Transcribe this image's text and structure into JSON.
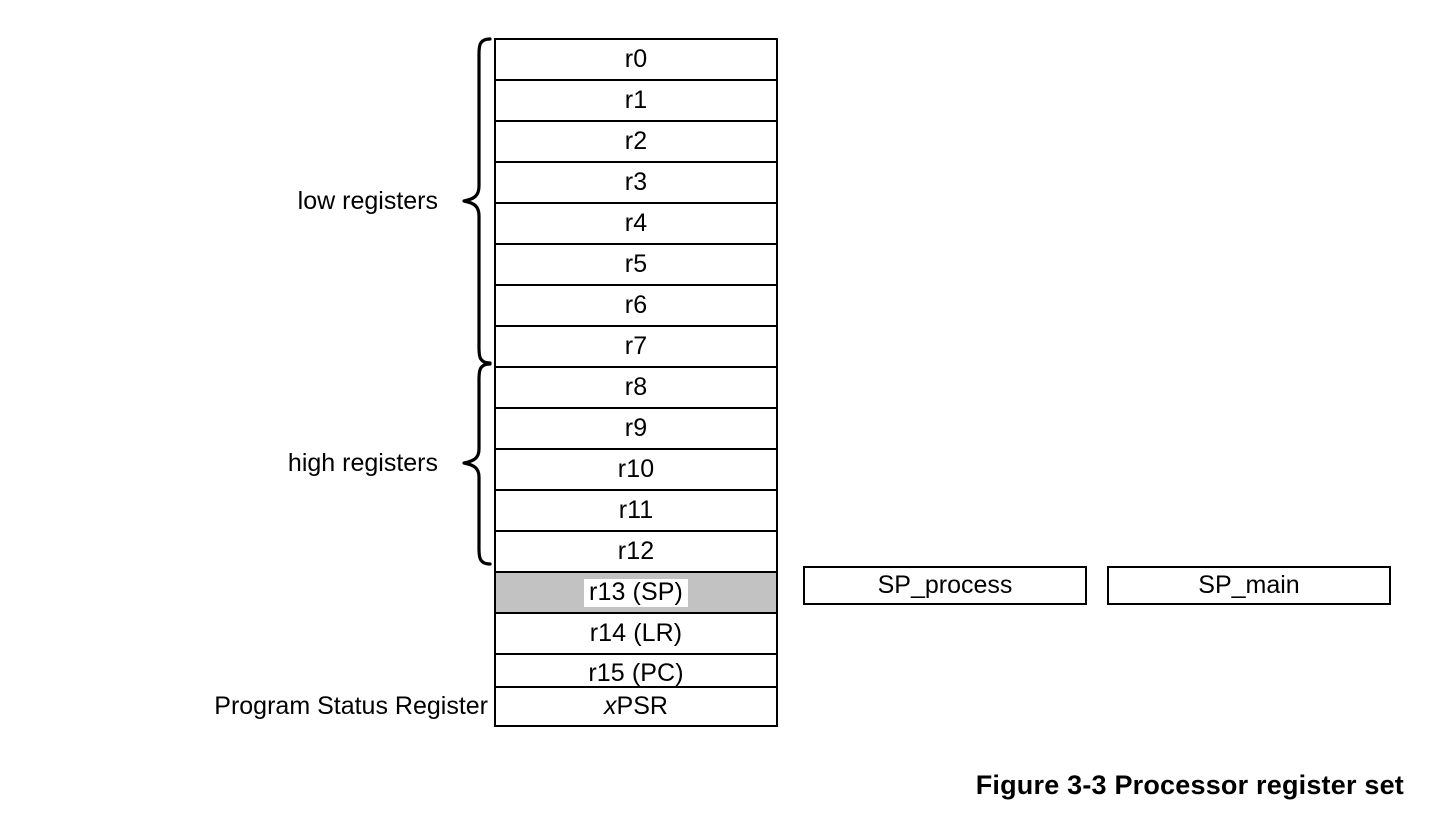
{
  "figure": {
    "caption": "Figure 3-3 Processor register set"
  },
  "register_file": {
    "rows": [
      {
        "label": "r0",
        "highlighted": false
      },
      {
        "label": "r1",
        "highlighted": false
      },
      {
        "label": "r2",
        "highlighted": false
      },
      {
        "label": "r3",
        "highlighted": false
      },
      {
        "label": "r4",
        "highlighted": false
      },
      {
        "label": "r5",
        "highlighted": false
      },
      {
        "label": "r6",
        "highlighted": false
      },
      {
        "label": "r7",
        "highlighted": false
      },
      {
        "label": "r8",
        "highlighted": false
      },
      {
        "label": "r9",
        "highlighted": false
      },
      {
        "label": "r10",
        "highlighted": false
      },
      {
        "label": "r11",
        "highlighted": false
      },
      {
        "label": "r12",
        "highlighted": false
      },
      {
        "label": "r13 (SP)",
        "highlighted": true
      },
      {
        "label": "r14 (LR)",
        "highlighted": false
      },
      {
        "label": "r15 (PC)",
        "highlighted": false
      }
    ],
    "psr_row": {
      "label_italic_prefix": "x",
      "label_rest": "PSR",
      "label_full": "xPSR"
    }
  },
  "groups": {
    "low": {
      "label": "low registers",
      "brace_icon": "curly-brace-right-icon",
      "first_register": "r0",
      "last_register": "r7"
    },
    "high": {
      "label": "high registers",
      "brace_icon": "curly-brace-right-icon",
      "first_register": "r8",
      "last_register": "r12"
    },
    "psr": {
      "label": "Program Status Register"
    }
  },
  "stack_pointers": {
    "banked_from": "r13 (SP)",
    "boxes": [
      {
        "label": "SP_process"
      },
      {
        "label": "SP_main"
      }
    ]
  },
  "colors": {
    "page_background": "#ffffff",
    "stroke": "#000000",
    "highlight_fill": "#c2c2c2",
    "cell_fill": "#ffffff"
  }
}
